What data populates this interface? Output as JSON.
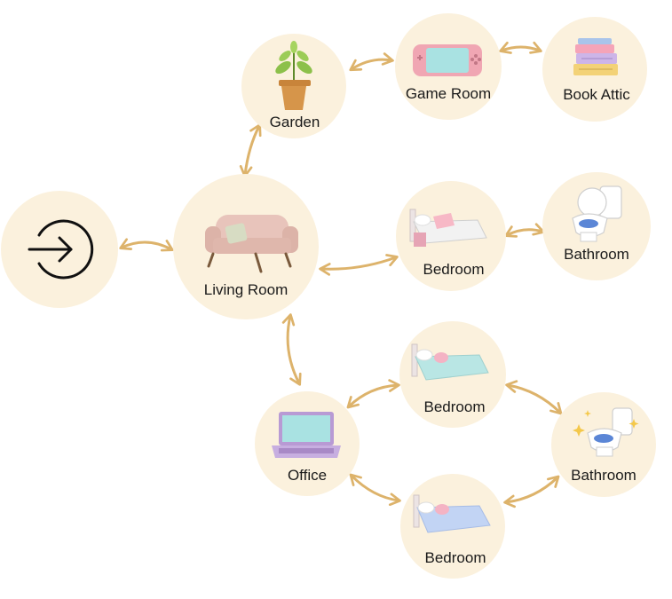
{
  "colors": {
    "circle_fill": "#fbf1dd",
    "arrow": "#ddb36b",
    "text": "#1a1a1a"
  },
  "entry": {
    "icon": "sign-in-arrow-icon"
  },
  "rooms": {
    "living_room": {
      "label": "Living Room",
      "icon": "sofa-icon"
    },
    "garden": {
      "label": "Garden",
      "icon": "potted-plant-icon"
    },
    "game_room": {
      "label": "Game Room",
      "icon": "handheld-console-icon"
    },
    "book_attic": {
      "label": "Book Attic",
      "icon": "book-stack-icon"
    },
    "bedroom_1": {
      "label": "Bedroom",
      "icon": "bed-icon"
    },
    "bathroom_1": {
      "label": "Bathroom",
      "icon": "toilet-icon"
    },
    "office": {
      "label": "Office",
      "icon": "laptop-icon"
    },
    "bedroom_2": {
      "label": "Bedroom",
      "icon": "bed-icon"
    },
    "bedroom_3": {
      "label": "Bedroom",
      "icon": "bed-icon"
    },
    "bathroom_2": {
      "label": "Bathroom",
      "icon": "toilet-sparkle-icon"
    }
  },
  "connections": [
    [
      "entry",
      "living_room"
    ],
    [
      "living_room",
      "garden"
    ],
    [
      "garden",
      "game_room"
    ],
    [
      "game_room",
      "book_attic"
    ],
    [
      "living_room",
      "bedroom_1"
    ],
    [
      "bedroom_1",
      "bathroom_1"
    ],
    [
      "living_room",
      "office"
    ],
    [
      "office",
      "bedroom_2"
    ],
    [
      "office",
      "bedroom_3"
    ],
    [
      "bedroom_2",
      "bathroom_2"
    ],
    [
      "bedroom_3",
      "bathroom_2"
    ]
  ]
}
